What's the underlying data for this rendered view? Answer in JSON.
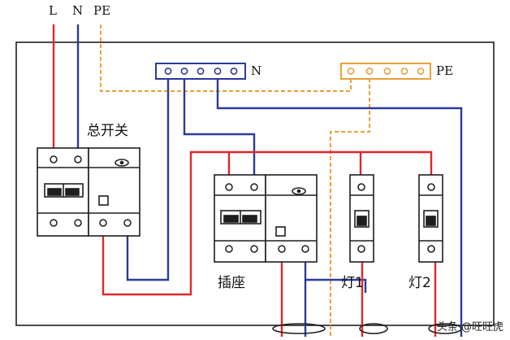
{
  "labels": {
    "l": "L",
    "n": "N",
    "pe": "PE",
    "n_bus": "N",
    "pe_bus": "PE",
    "main_switch": "总开关",
    "socket": "插座",
    "lamp1": "灯1",
    "lamp2": "灯2"
  },
  "watermark": "头条 @旺旺虎",
  "colors": {
    "live": "#e0262c",
    "neutral": "#2b3a9a",
    "earth": "#e8a13a",
    "outline": "#1e1e1e"
  }
}
